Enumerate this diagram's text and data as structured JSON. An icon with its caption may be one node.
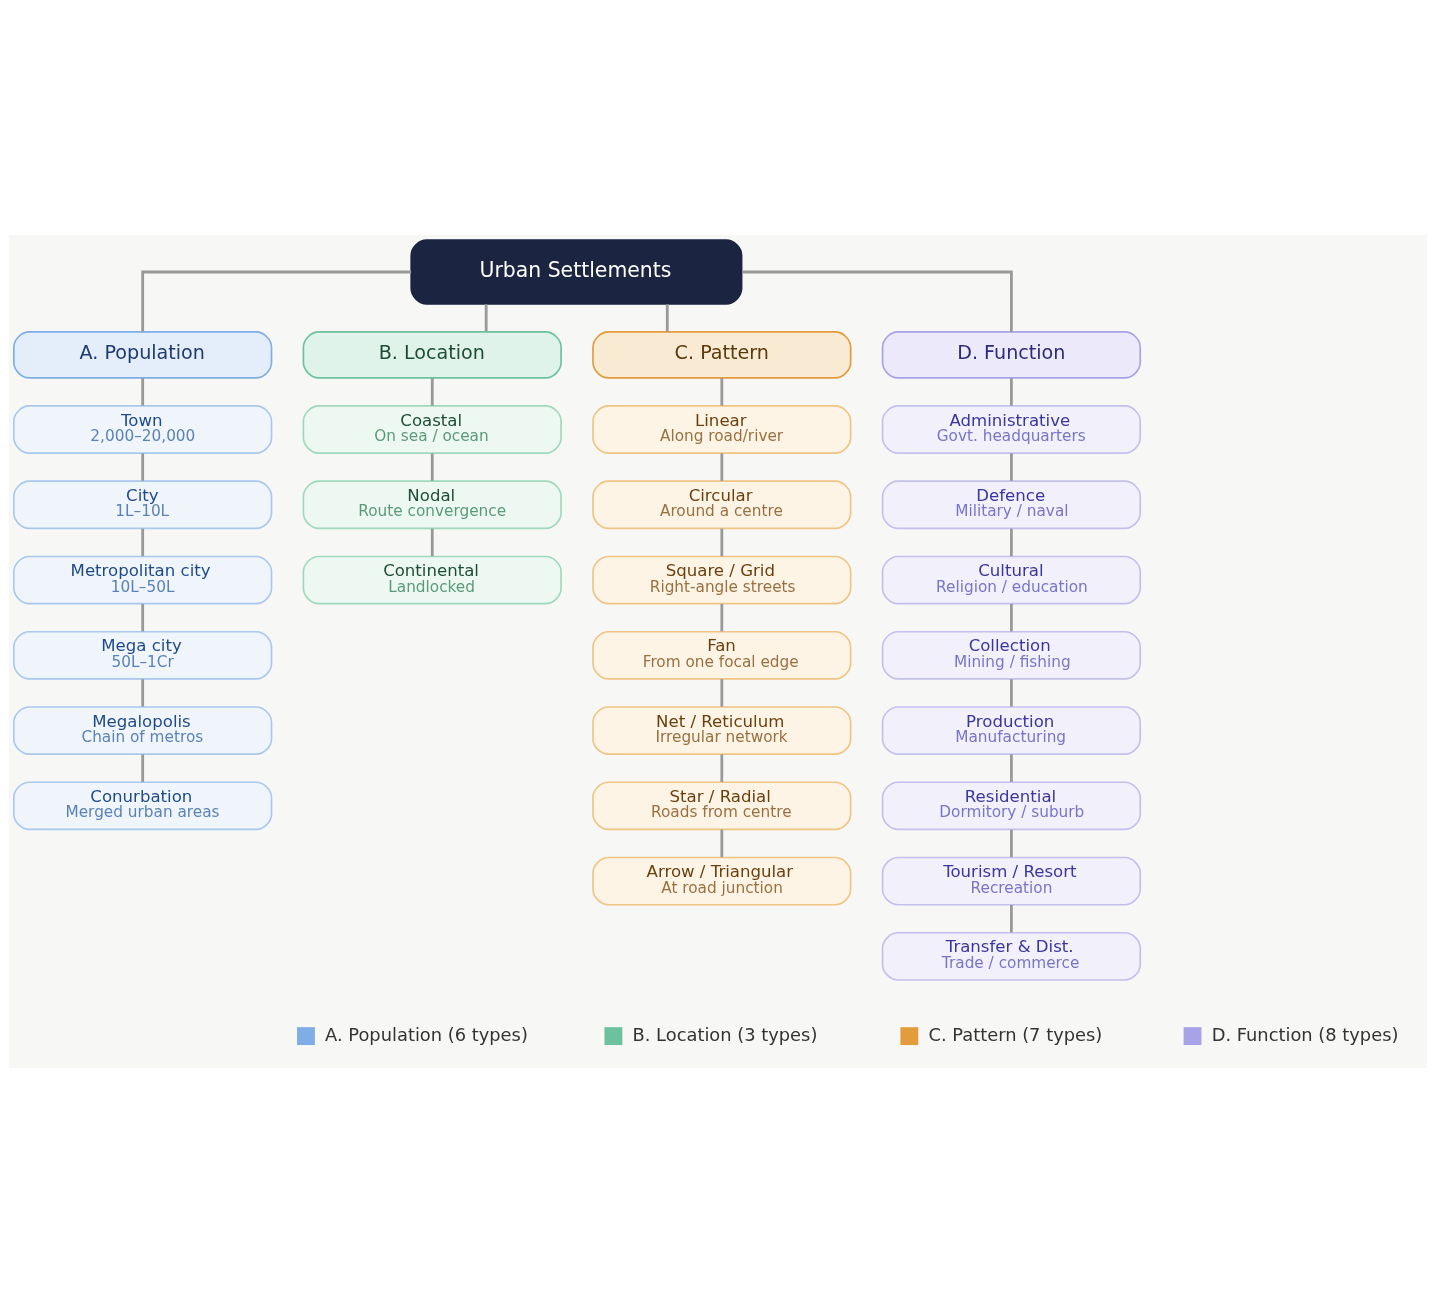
{
  "diagram": {
    "nodes": [
      {
        "text": [
          "Urban Settlements"
        ]
      },
      {
        "text": [
          "A. Population"
        ]
      },
      {
        "text": [
          "B. Location"
        ]
      },
      {
        "text": [
          "C. Pattern"
        ]
      },
      {
        "text": [
          "D. Function"
        ]
      },
      {
        "text": [
          "Town",
          "2,000–20,000"
        ]
      },
      {
        "text": [
          "City",
          "1L–10L"
        ]
      },
      {
        "text": [
          "Metropolitan city",
          "10L–50L"
        ]
      },
      {
        "text": [
          "Mega city",
          "50L–1Cr"
        ]
      },
      {
        "text": [
          "Megalopolis",
          "Chain of metros"
        ]
      },
      {
        "text": [
          "Conurbation",
          "Merged urban areas"
        ]
      },
      {
        "text": [
          "Coastal",
          "On sea / ocean"
        ]
      },
      {
        "text": [
          "Nodal",
          "Route convergence"
        ]
      },
      {
        "text": [
          "Continental",
          "Landlocked"
        ]
      },
      {
        "text": [
          "Linear",
          "Along road/river"
        ]
      },
      {
        "text": [
          "Circular",
          "Around a centre"
        ]
      },
      {
        "text": [
          "Square / Grid",
          "Right-angle streets"
        ]
      },
      {
        "text": [
          "Fan",
          "From one focal edge"
        ]
      },
      {
        "text": [
          "Net / Reticulum",
          "Irregular network"
        ]
      },
      {
        "text": [
          "Star / Radial",
          "Roads from centre"
        ]
      },
      {
        "text": [
          "Arrow / Triangular",
          "At road junction"
        ]
      },
      {
        "text": [
          "Administrative",
          "Govt. headquarters"
        ]
      },
      {
        "text": [
          "Defence",
          "Military / naval"
        ]
      },
      {
        "text": [
          "Cultural",
          "Religion / education"
        ]
      },
      {
        "text": [
          "Collection",
          "Mining / fishing"
        ]
      },
      {
        "text": [
          "Production",
          "Manufacturing"
        ]
      },
      {
        "text": [
          "Residential",
          "Dormitory / suburb"
        ]
      },
      {
        "text": [
          "Tourism / Resort",
          "Recreation"
        ]
      },
      {
        "text": [
          "Transfer & Dist.",
          "Trade / commerce"
        ]
      }
    ],
    "edges": [
      {
        "from": 0,
        "to": 1,
        "arrow": "none"
      },
      {
        "from": 0,
        "to": 2,
        "arrow": "none"
      },
      {
        "from": 0,
        "to": 3,
        "arrow": "none"
      },
      {
        "from": 0,
        "to": 4,
        "arrow": "none"
      },
      {
        "from": 1,
        "to": 5,
        "arrow": "none"
      },
      {
        "from": 5,
        "to": 6,
        "arrow": "none"
      },
      {
        "from": 6,
        "to": 7,
        "arrow": "none"
      },
      {
        "from": 7,
        "to": 8,
        "arrow": "none"
      },
      {
        "from": 8,
        "to": 9,
        "arrow": "none"
      },
      {
        "from": 9,
        "to": 10,
        "arrow": "none"
      },
      {
        "from": 2,
        "to": 11,
        "arrow": "none"
      },
      {
        "from": 11,
        "to": 12,
        "arrow": "none"
      },
      {
        "from": 12,
        "to": 13,
        "arrow": "none"
      },
      {
        "from": 3,
        "to": 14,
        "arrow": "none"
      },
      {
        "from": 14,
        "to": 15,
        "arrow": "none"
      },
      {
        "from": 15,
        "to": 16,
        "arrow": "none"
      },
      {
        "from": 16,
        "to": 17,
        "arrow": "none"
      },
      {
        "from": 17,
        "to": 18,
        "arrow": "none"
      },
      {
        "from": 18,
        "to": 19,
        "arrow": "none"
      },
      {
        "from": 19,
        "to": 20,
        "arrow": "none"
      },
      {
        "from": 4,
        "to": 21,
        "arrow": "none"
      },
      {
        "from": 21,
        "to": 22,
        "arrow": "none"
      },
      {
        "from": 22,
        "to": 23,
        "arrow": "none"
      },
      {
        "from": 23,
        "to": 24,
        "arrow": "none"
      },
      {
        "from": 24,
        "to": 25,
        "arrow": "none"
      },
      {
        "from": 25,
        "to": 26,
        "arrow": "none"
      },
      {
        "from": 26,
        "to": 27,
        "arrow": "none"
      },
      {
        "from": 27,
        "to": 28,
        "arrow": "none"
      }
    ],
    "legend": [
      {
        "text": "A. Population (6 types)",
        "color": "#7eaee6"
      },
      {
        "text": "B. Location (3 types)",
        "color": "#6cc19e"
      },
      {
        "text": "C. Pattern (7 types)",
        "color": "#e39b3c"
      },
      {
        "text": "D. Function (8 types)",
        "color": "#a8a3e6"
      }
    ]
  }
}
